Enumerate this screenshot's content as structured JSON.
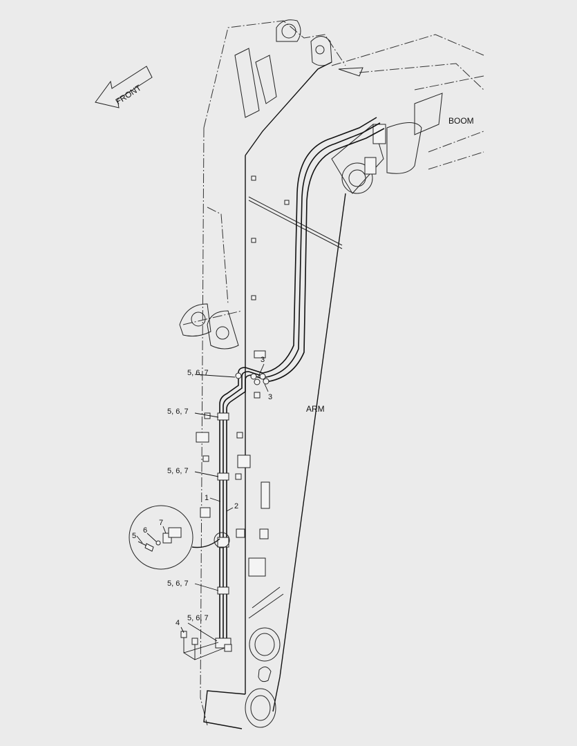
{
  "direction": {
    "label": "FRONT",
    "icon": "arrow-left-icon"
  },
  "assemblies": {
    "boom": "BOOM",
    "arm": "ARM"
  },
  "callouts": {
    "clamp_set": "5, 6, 7",
    "item_1": "1",
    "item_2": "2",
    "item_3": "3",
    "item_4": "4",
    "item_5": "5",
    "item_6": "6",
    "item_7": "7"
  }
}
